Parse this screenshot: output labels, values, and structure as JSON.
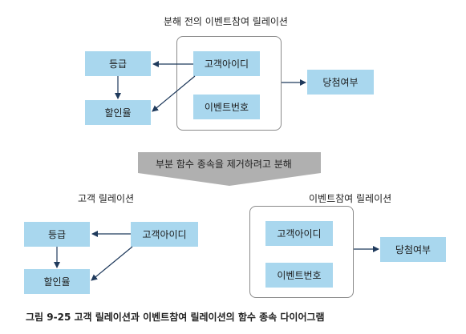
{
  "top": {
    "title": "분해 전의 이벤트참여 릴레이션",
    "boxes": {
      "grade": "등급",
      "discount": "할인율",
      "customer_id": "고객아이디",
      "event_no": "이벤트번호",
      "winner": "당첨여부"
    }
  },
  "banner": {
    "text": "부분 함수 종속을 제거하려고 분해"
  },
  "customer_relation": {
    "title": "고객 릴레이션",
    "boxes": {
      "grade": "등급",
      "discount": "할인율",
      "customer_id": "고객아이디"
    }
  },
  "event_relation": {
    "title": "이벤트참여 릴레이션",
    "boxes": {
      "customer_id": "고객아이디",
      "event_no": "이벤트번호",
      "winner": "당첨여부"
    }
  },
  "caption": "그림 9-25  고객 릴레이션과 이벤트참여 릴레이션의 함수 종속 다이어그램",
  "colors": {
    "box_fill": "#a9d7ee",
    "frame_border": "#8a8a8a",
    "banner_fill": "#b0b0b0",
    "arrow": "#1f3a5c"
  }
}
